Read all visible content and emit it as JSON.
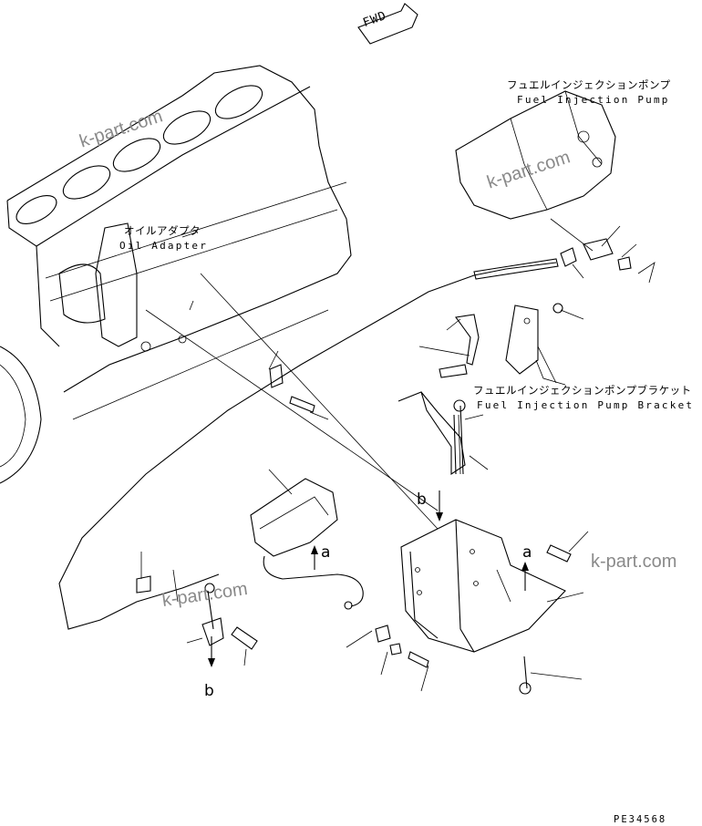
{
  "labels": {
    "fwd": "FWD",
    "fuel_pump_jp": "フュエルインジェクションポンプ",
    "fuel_pump_en": "Fuel Injection Pump",
    "oil_adapter_jp": "オイルアダプタ",
    "oil_adapter_en": "Oil Adapter",
    "pump_bracket_jp": "フュエルインジェクションポンプブラケット",
    "pump_bracket_en": "Fuel Injection Pump Bracket",
    "view_a": "a",
    "view_b": "b",
    "drawing_code": "PE34568"
  },
  "watermarks": [
    "k-part.com",
    "k-part.com",
    "k-part.com",
    "k-part.com"
  ]
}
